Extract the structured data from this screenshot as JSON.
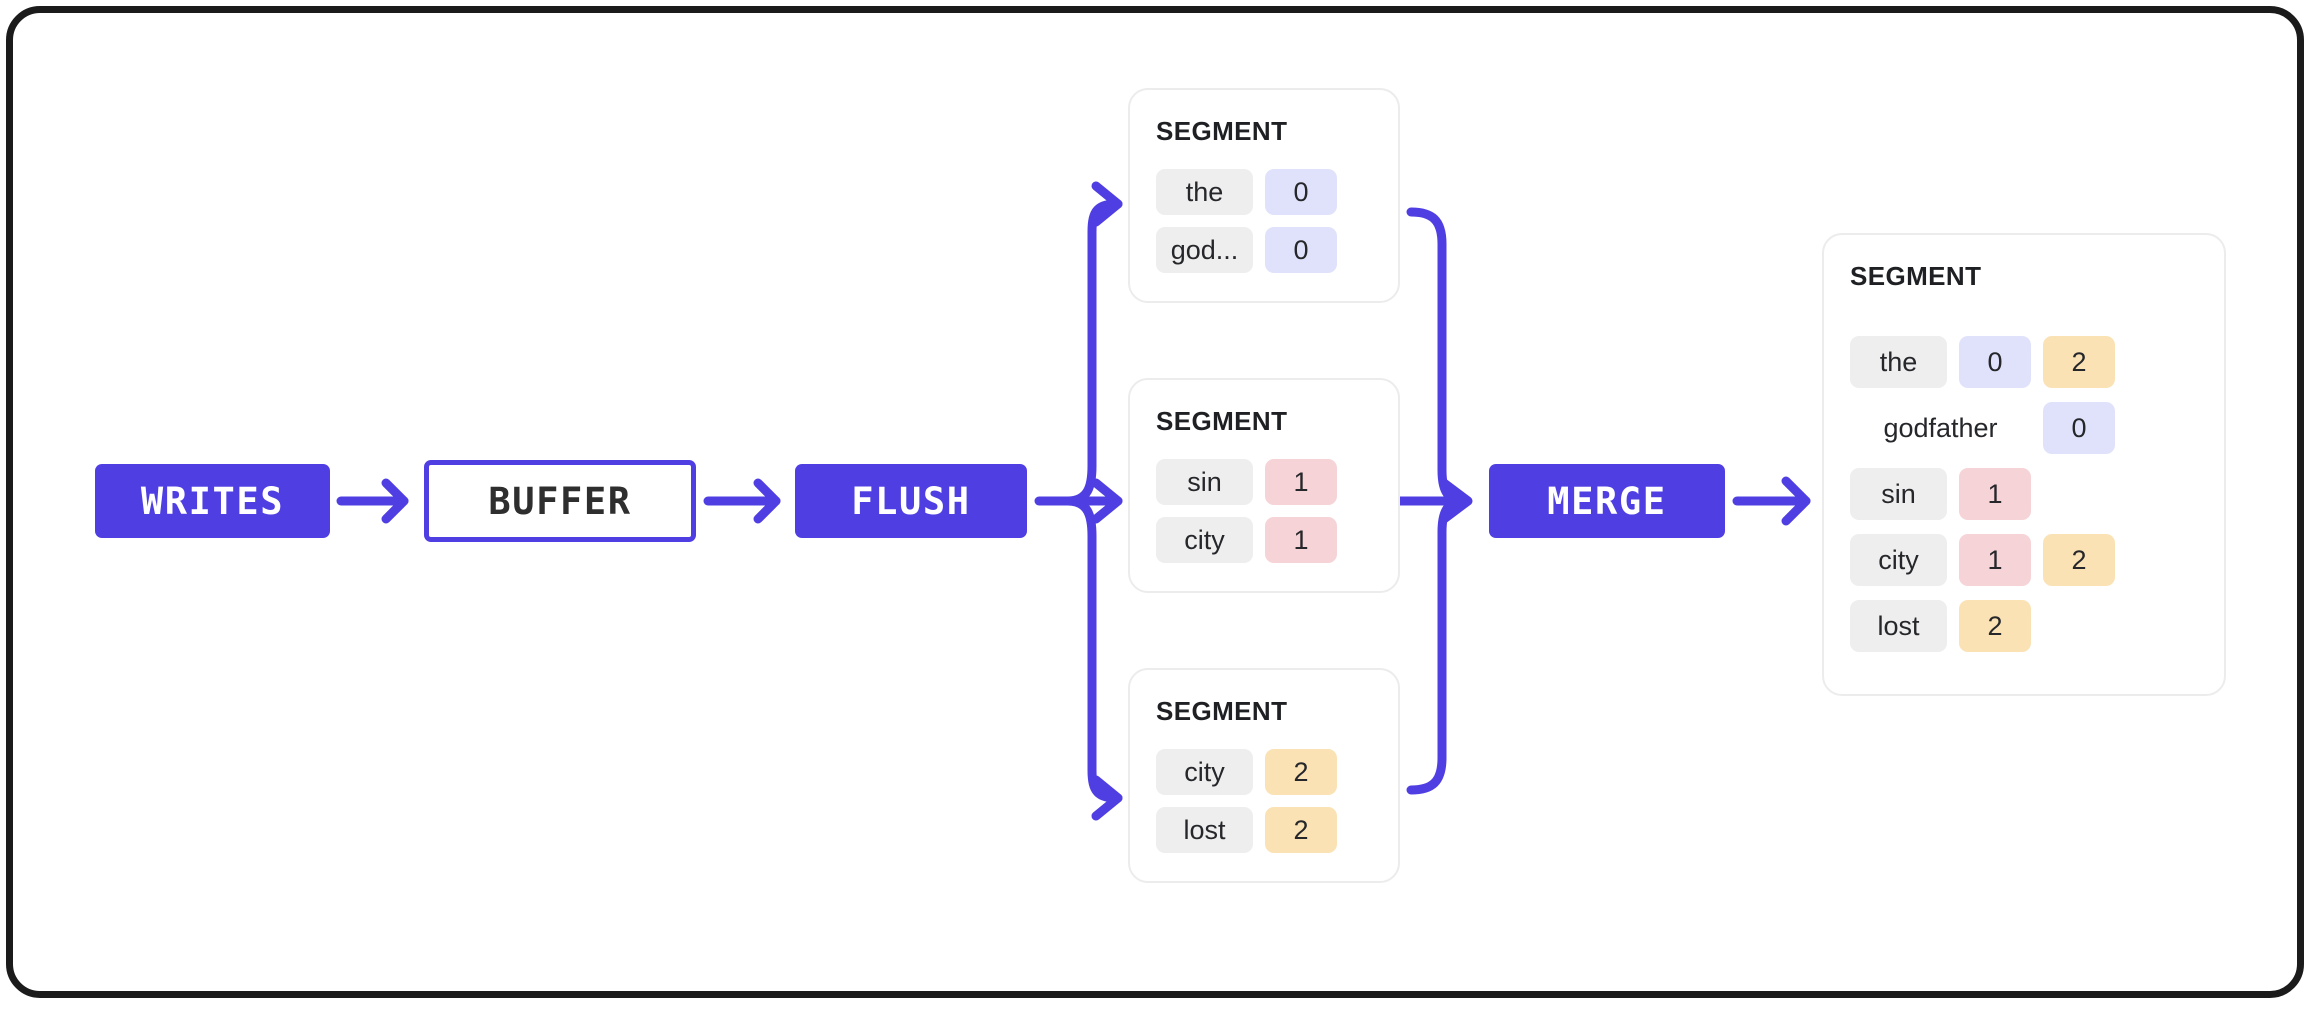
{
  "diagram": {
    "title": "LSM write path: writes buffer flush to segments then merge",
    "accent_color": "#4f3fe3",
    "frame_color": "#1b1b1b",
    "value_colors": {
      "gen0": "#e0e2fb",
      "gen1": "#f6d3d6",
      "gen2": "#fae2b5",
      "key": "#eeeeee"
    }
  },
  "pipeline": {
    "writes_label": "WRITES",
    "buffer_label": "BUFFER",
    "flush_label": "FLUSH",
    "merge_label": "MERGE"
  },
  "segments": [
    {
      "title": "SEGMENT",
      "rows": [
        {
          "key": "the",
          "values": [
            {
              "text": "0",
              "tone": "v0"
            }
          ]
        },
        {
          "key": "god...",
          "values": [
            {
              "text": "0",
              "tone": "v0"
            }
          ]
        }
      ]
    },
    {
      "title": "SEGMENT",
      "rows": [
        {
          "key": "sin",
          "values": [
            {
              "text": "1",
              "tone": "v1"
            }
          ]
        },
        {
          "key": "city",
          "values": [
            {
              "text": "1",
              "tone": "v1"
            }
          ]
        }
      ]
    },
    {
      "title": "SEGMENT",
      "rows": [
        {
          "key": "city",
          "values": [
            {
              "text": "2",
              "tone": "v2"
            }
          ]
        },
        {
          "key": "lost",
          "values": [
            {
              "text": "2",
              "tone": "v2"
            }
          ]
        }
      ]
    }
  ],
  "merged_segment": {
    "title": "SEGMENT",
    "rows": [
      {
        "key": "the",
        "wide": false,
        "values": [
          {
            "text": "0",
            "tone": "v0"
          },
          {
            "text": "2",
            "tone": "v2"
          }
        ]
      },
      {
        "key": "godfather",
        "wide": true,
        "values": [
          {
            "text": "0",
            "tone": "v0"
          }
        ]
      },
      {
        "key": "sin",
        "wide": false,
        "values": [
          {
            "text": "1",
            "tone": "v1"
          }
        ]
      },
      {
        "key": "city",
        "wide": false,
        "values": [
          {
            "text": "1",
            "tone": "v1"
          },
          {
            "text": "2",
            "tone": "v2"
          }
        ]
      },
      {
        "key": "lost",
        "wide": false,
        "values": [
          {
            "text": "2",
            "tone": "v2"
          }
        ]
      }
    ]
  }
}
